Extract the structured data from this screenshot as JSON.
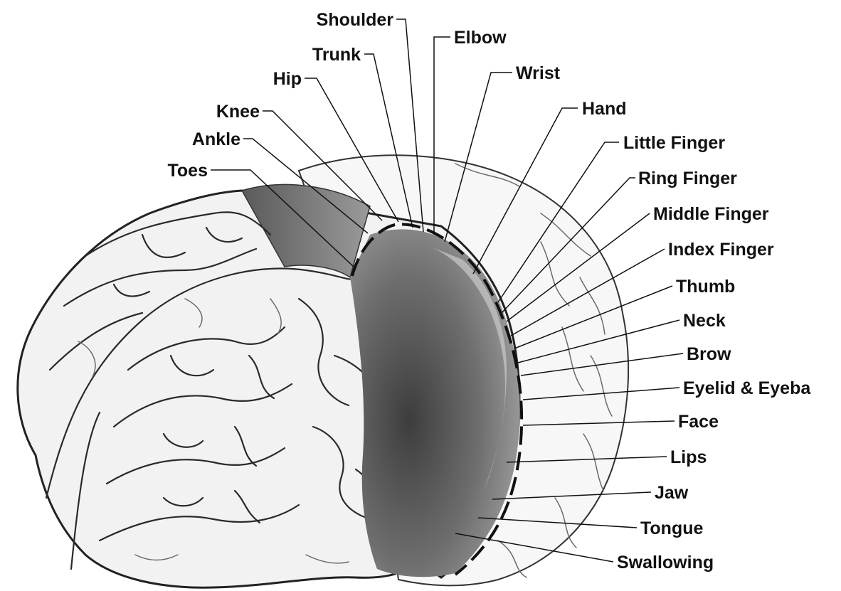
{
  "labels": {
    "shoulder": "Shoulder",
    "elbow": "Elbow",
    "trunk": "Trunk",
    "wrist": "Wrist",
    "hip": "Hip",
    "hand": "Hand",
    "knee": "Knee",
    "little_finger": "Little Finger",
    "ankle": "Ankle",
    "ring_finger": "Ring Finger",
    "toes": "Toes",
    "middle_finger": "Middle Finger",
    "index_finger": "Index Finger",
    "thumb": "Thumb",
    "neck": "Neck",
    "brow": "Brow",
    "eyelid_eyeball": "Eyelid & Eyeba",
    "face": "Face",
    "lips": "Lips",
    "jaw": "Jaw",
    "tongue": "Tongue",
    "swallowing": "Swallowing"
  }
}
